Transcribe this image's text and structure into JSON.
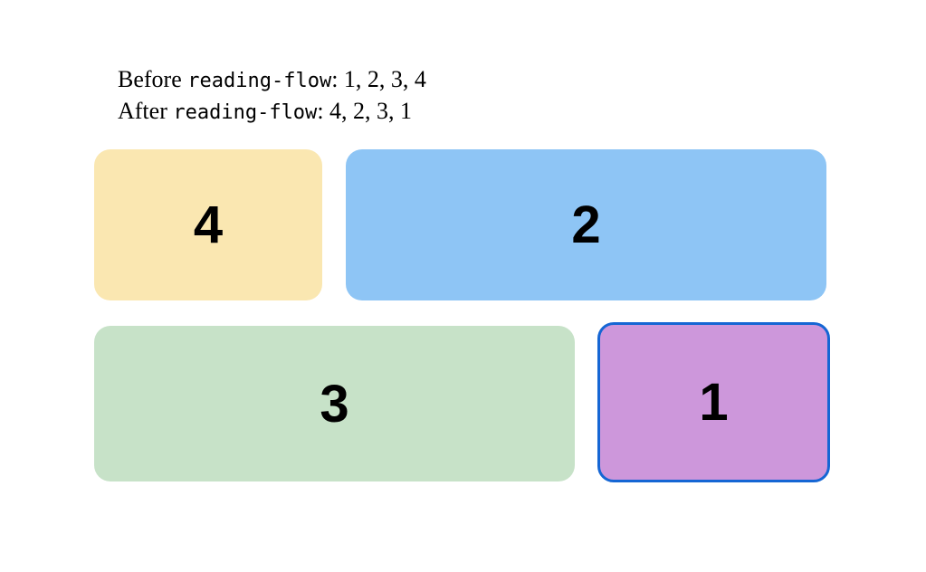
{
  "caption": {
    "line1": {
      "prefix": "Before ",
      "code": "reading-flow",
      "suffix": ": 1, 2, 3, 4"
    },
    "line2": {
      "prefix": "After ",
      "code": "reading-flow",
      "suffix": ": 4, 2, 3, 1"
    }
  },
  "boxes": [
    {
      "label": "4",
      "focused": false
    },
    {
      "label": "2",
      "focused": false
    },
    {
      "label": "3",
      "focused": false
    },
    {
      "label": "1",
      "focused": true
    }
  ],
  "colors": {
    "page-bg": "#ffffff",
    "text": "#000000",
    "box-4-bg": "#fae7b1",
    "box-2-bg": "#8ec5f5",
    "box-3-bg": "#c7e2c8",
    "box-1-bg": "#cd97db",
    "focus-ring": "#1566d4"
  }
}
